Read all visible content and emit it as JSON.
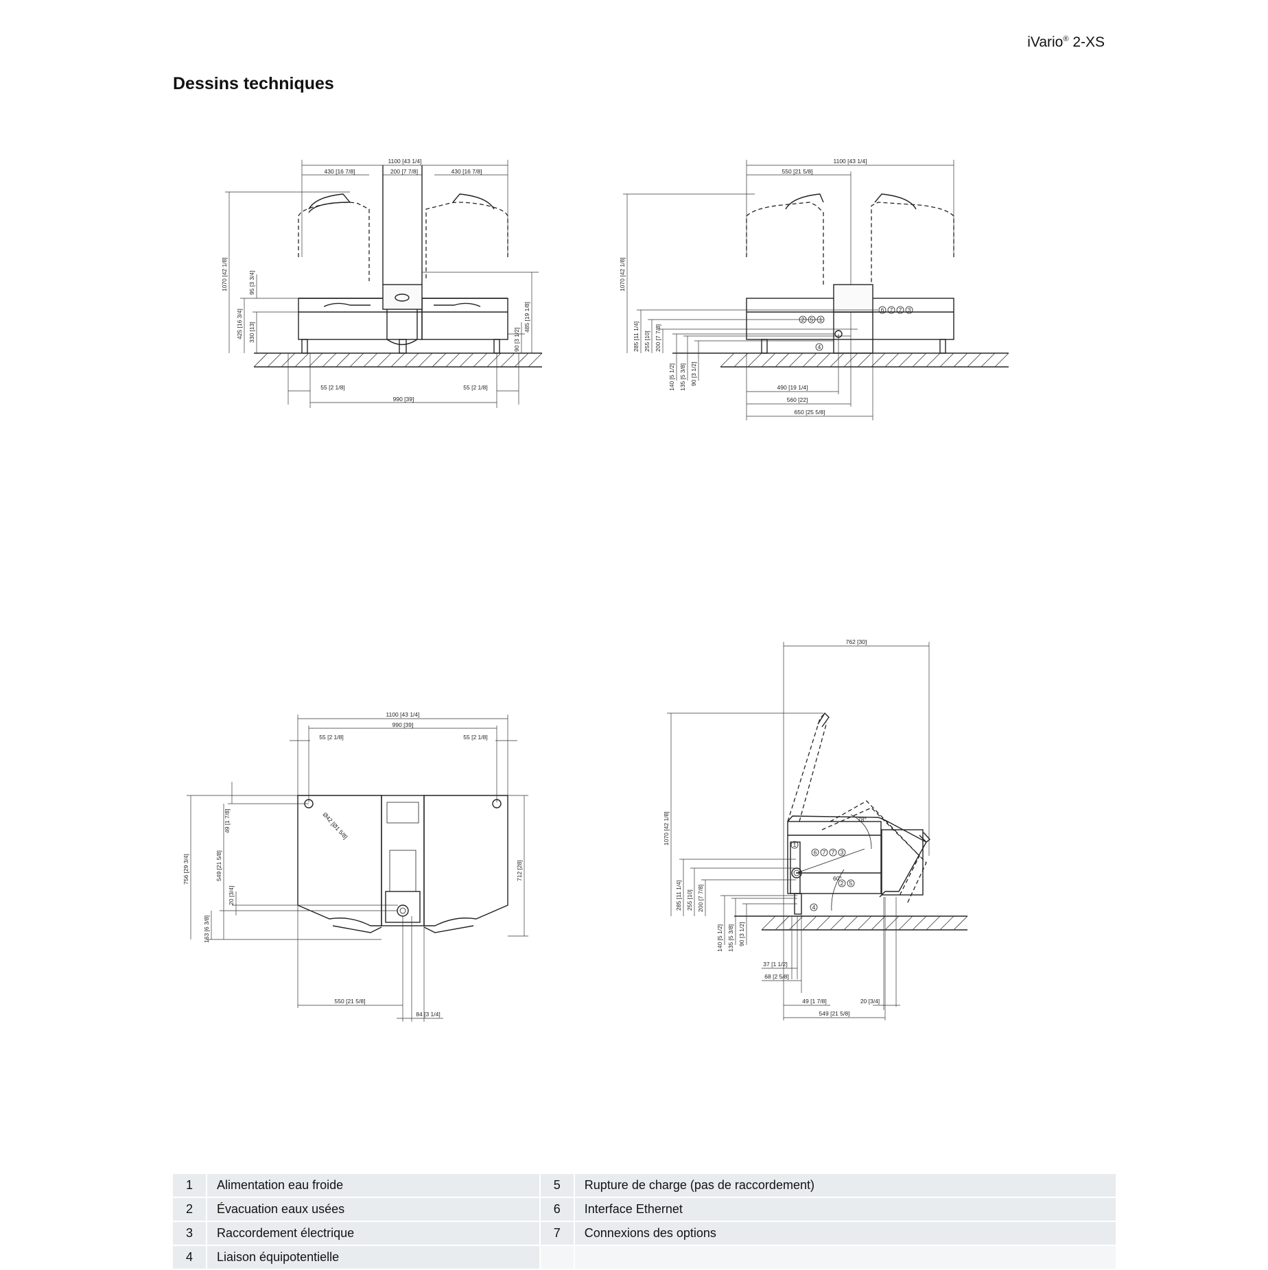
{
  "header": {
    "product_name": "iVario",
    "product_mark": "®",
    "product_variant": "2-XS"
  },
  "page_title": "Dessins techniques",
  "drawings": {
    "front": {
      "dims": {
        "total_width": "1100 [43 1/4]",
        "left_width": "430 [16 7/8]",
        "center_width": "200 [7 7/8]",
        "right_width": "430 [16 7/8]",
        "height_total": "1070 [42 1/8]",
        "height_95": "95 [3 3/4]",
        "height_425": "425 [16 3/4]",
        "height_330": "330 [13]",
        "height_485": "485 [19 1/8]",
        "height_90": "90 [3 1/2]",
        "foot_left": "55 [2 1/8]",
        "foot_right": "55 [2 1/8]",
        "feet_span": "990 [39]"
      }
    },
    "side": {
      "dims": {
        "total_width": "1100 [43 1/4]",
        "half_width": "550 [21 5/8]",
        "height_total": "1070 [42 1/8]",
        "h285": "285 [11 1/4]",
        "h255": "255 [10]",
        "h200": "200 [7 7/8]",
        "h140": "140 [5 1/2]",
        "h135": "135 [5 3/8]",
        "h90": "90 [3 1/2]",
        "w490": "490 [19 1/4]",
        "w560": "560 [22]",
        "w650": "650 [25 5/8]"
      },
      "markers_top": [
        "6",
        "7",
        "7",
        "3"
      ],
      "markers_mid": [
        "2",
        "5",
        "1"
      ],
      "marker_ground": "4"
    },
    "top": {
      "dims": {
        "total_width": "1100 [43 1/4]",
        "feet_span": "990 [39]",
        "foot_left": "55 [2 1/8]",
        "foot_right": "55 [2 1/8]",
        "diameter": "Ø42 [Ø1 5/8]",
        "depth_total": "756 [29 3/4]",
        "d49": "49 [1 7/8]",
        "d549": "549 [21 5/8]",
        "d20": "20 [3/4]",
        "d163": "163 [6 3/8]",
        "d712": "712 [28]",
        "w550": "550 [21 5/8]",
        "w84": "84 [3 1/4]"
      }
    },
    "open": {
      "dims": {
        "depth": "762 [30]",
        "height_total": "1070 [42 1/8]",
        "h285": "285 [11 1/4]",
        "h255": "255 [10]",
        "h200": "200 [7 7/8]",
        "h140": "140 [5 1/2]",
        "h135": "135 [5 3/8]",
        "h90": "90 [3 1/2]",
        "w37": "37 [1 1/2]",
        "w68": "68 [2 5/8]",
        "w49": "49 [1 7/8]",
        "w20": "20 [3/4]",
        "w549": "549 [21 5/8]",
        "angle_top": "78°",
        "angle_mid": "60°"
      },
      "markers_top": [
        "6",
        "7",
        "7",
        "3"
      ],
      "markers_mid": [
        "2",
        "5"
      ],
      "marker_side": "1",
      "marker_ground": "4"
    }
  },
  "legend": {
    "rows": [
      {
        "left_num": "1",
        "left_text": "Alimentation eau froide",
        "right_num": "5",
        "right_text": "Rupture de charge (pas de raccordement)"
      },
      {
        "left_num": "2",
        "left_text": "Évacuation eaux usées",
        "right_num": "6",
        "right_text": "Interface Ethernet"
      },
      {
        "left_num": "3",
        "left_text": "Raccordement électrique",
        "right_num": "7",
        "right_text": "Connexions des options"
      },
      {
        "left_num": "4",
        "left_text": "Liaison équipotentielle",
        "right_num": "",
        "right_text": ""
      }
    ]
  }
}
